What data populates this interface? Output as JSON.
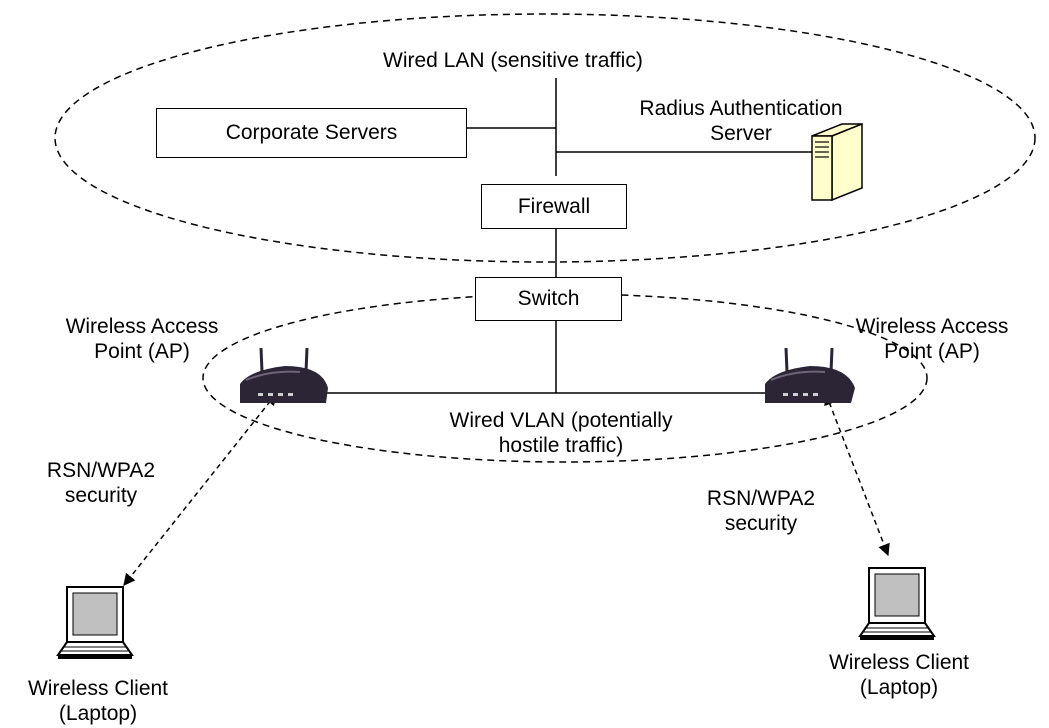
{
  "labels": {
    "wired_lan": "Wired LAN (sensitive traffic)",
    "radius_line1": "Radius Authentication",
    "radius_line2": "Server",
    "corporate_servers": "Corporate Servers",
    "firewall": "Firewall",
    "switch": "Switch",
    "ap_left_line1": "Wireless Access",
    "ap_left_line2": "Point (AP)",
    "ap_right_line1": "Wireless Access",
    "ap_right_line2": "Point (AP)",
    "vlan_line1": "Wired VLAN (potentially",
    "vlan_line2": "hostile traffic)",
    "security_left_line1": "RSN/WPA2",
    "security_left_line2": "security",
    "security_right_line1": "RSN/WPA2",
    "security_right_line2": "security",
    "client_left_line1": "Wireless Client",
    "client_left_line2": "(Laptop)",
    "client_right_line1": "Wireless Client",
    "client_right_line2": "(Laptop)"
  },
  "icons": {
    "server": "server-tower-icon",
    "access_point": "wireless-router-icon",
    "client": "laptop-icon"
  },
  "colors": {
    "server_body": "#ffffcc",
    "router_body": "#2b2536",
    "laptop_screen": "#c0c0c0"
  }
}
